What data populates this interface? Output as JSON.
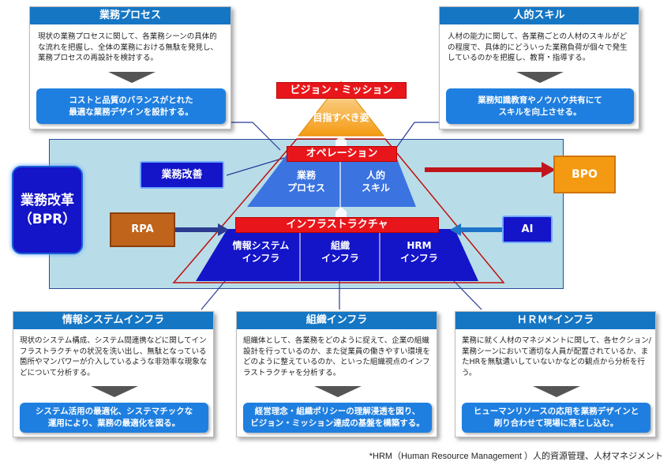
{
  "cards": {
    "business_process": {
      "title": "業務プロセス",
      "body": "現状の業務プロセスに関して、各業務シーンの具体的な流れを把握し、全体の業務における無駄を発見し、業務プロセスの再設計を検討する。",
      "result": "コストと品質のバランスがとれた\n最適な業務デザインを設計する。"
    },
    "human_skill": {
      "title": "人的スキル",
      "body": "人材の能力に関して、各業務ごとの人材のスキルがどの程度で、具体的にどういった業務負荷が個々で発生しているのかを把握し、教育・指導する。",
      "result": "業務知識教育やノウハウ共有にて\nスキルを向上させる。"
    },
    "info_system": {
      "title": "情報システムインフラ",
      "body": "現状のシステム構成、システム間連携などに関してインフラストラクチャの状況を洗い出し、無駄となっている箇所やマンパワーが介入しているような非効率な現象などについて分析する。",
      "result": "システム活用の最適化、システマチックな\n運用により、業務の最適化を図る。"
    },
    "organization": {
      "title": "組織インフラ",
      "body": "組織体として、各業務をどのように捉えて、企業の組織設計を行っているのか、また従業員の働きやすい環境をどのように整えているのか、といった組織視点のインフラストラクチャを分析する。",
      "result": "経営理念・組織ポリシーの理解浸透を図り、\nビジョン・ミッション達成の基盤を構築する。"
    },
    "hrm": {
      "title": "ＨＲＭ*インフラ",
      "body": "業務に就く人材のマネジメントに関して、各セクション/業務シーンにおいて適切な人員が配置されているか、またHRを無駄遣いしていないかなどの観点から分析を行う。",
      "result": "ヒューマンリソースの応用を業務デザインと\n刷り合わせて現場に落とし込む。"
    }
  },
  "pyramid": {
    "vision_label": "ビジョン・ミッション",
    "vision_text": "目指すべき姿",
    "operation_label": "オペレーション",
    "operation_left": "業務\nプロセス",
    "operation_right": "人的\nスキル",
    "infra_label": "インフラストラクチャ",
    "infra_cells": [
      "情報システム\nインフラ",
      "組織\nインフラ",
      "HRM\nインフラ"
    ]
  },
  "side": {
    "bpr": "業務改革\n（BPR）",
    "kaizen": "業務改善",
    "rpa": "RPA",
    "ai": "AI",
    "bpo": "BPO"
  },
  "colors": {
    "card_title": "#1576c4",
    "result_box": "#1f7fe0",
    "red_bar": "#e8161b",
    "pyramid_blue": "#1414c8",
    "operation_blue": "#3b73e0",
    "vision_orange": "#f49a12",
    "panel_bg": "#b8dde8"
  },
  "footnote": "*HRM（Human Resource Management ）人的資源管理、人材マネジメント"
}
